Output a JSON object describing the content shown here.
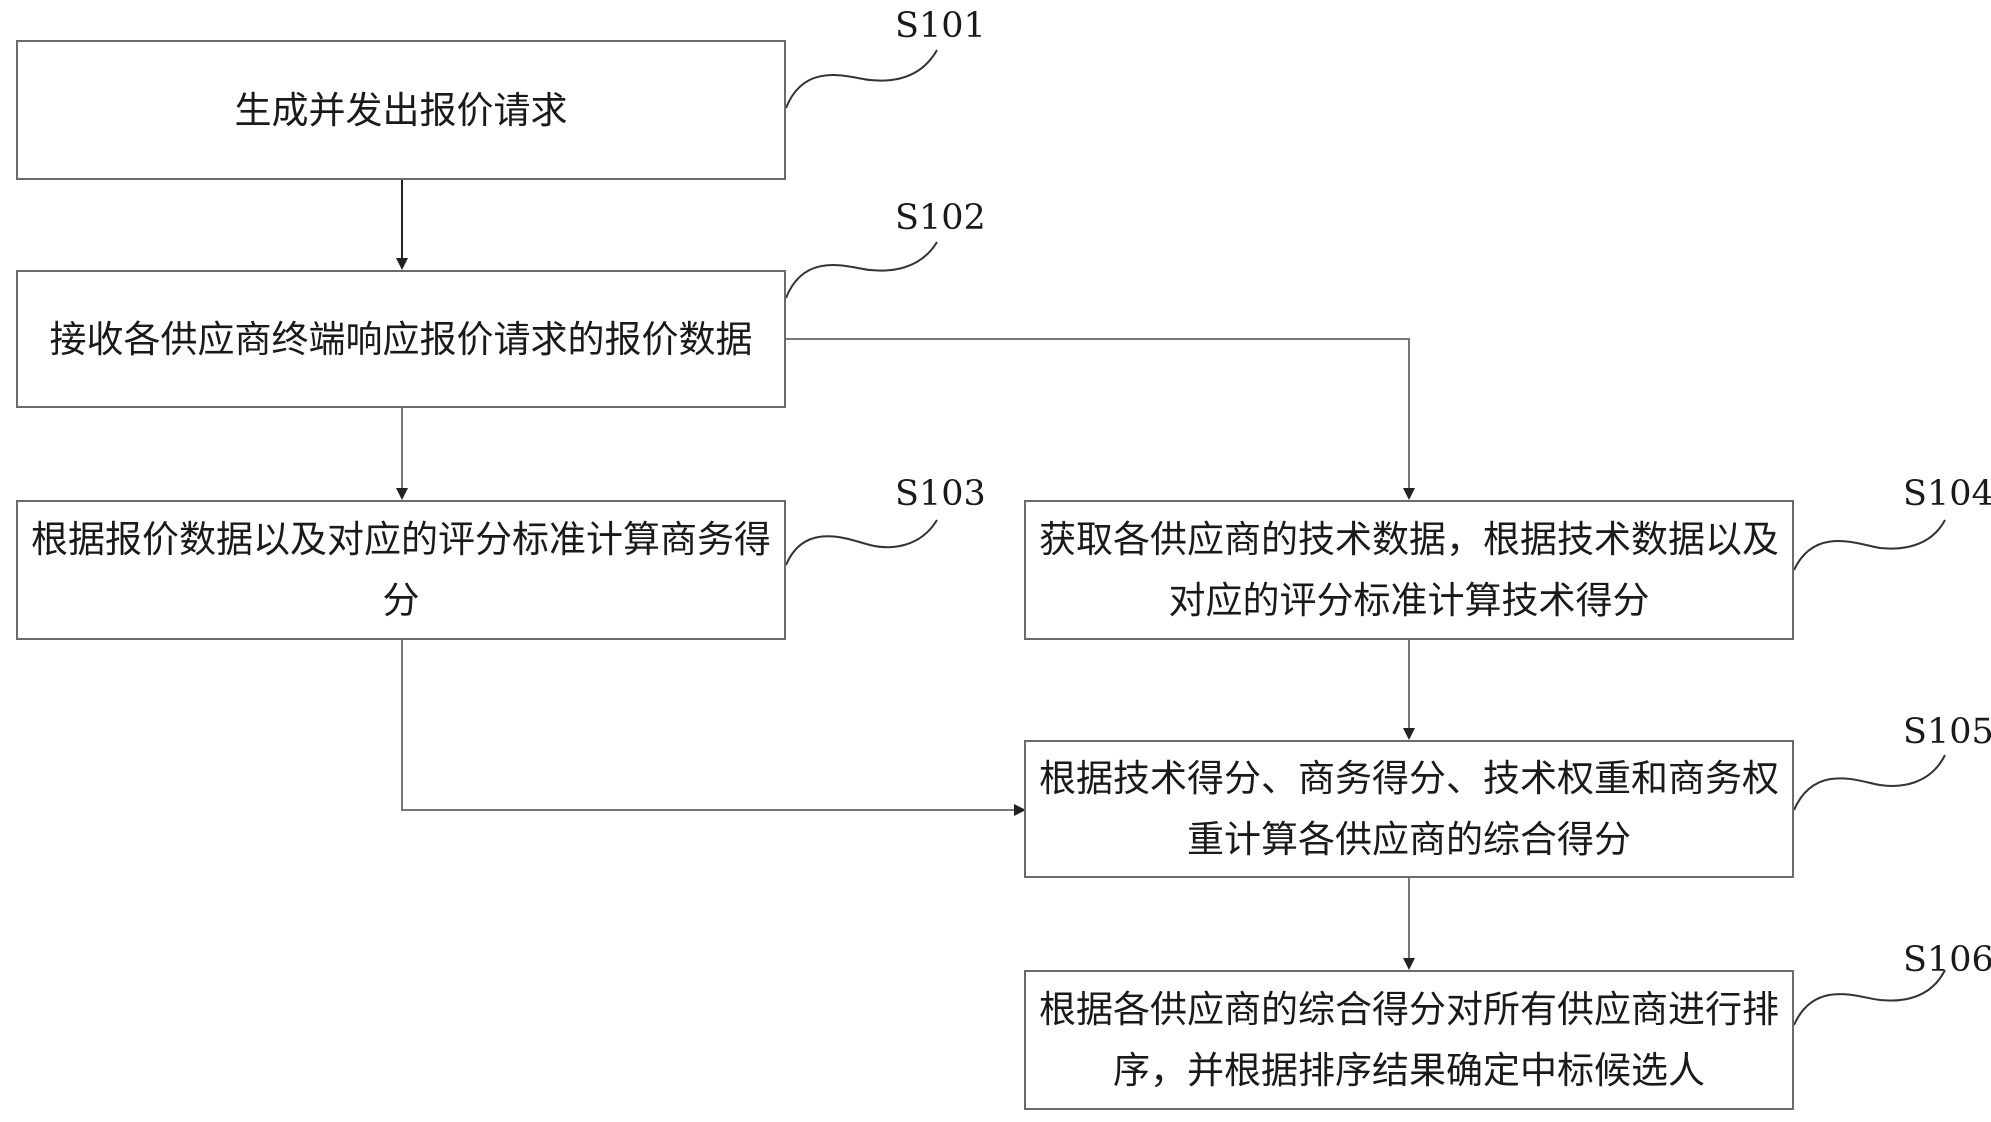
{
  "steps": [
    {
      "id": "S101",
      "text": "生成并发出报价请求"
    },
    {
      "id": "S102",
      "text": "接收各供应商终端响应报价请求的报价数据"
    },
    {
      "id": "S103",
      "text": "根据报价数据以及对应的评分标准计算商务得分"
    },
    {
      "id": "S104",
      "text": "获取各供应商的技术数据，根据技术数据以及对应的评分标准计算技术得分"
    },
    {
      "id": "S105",
      "text": "根据技术得分、商务得分、技术权重和商务权重计算各供应商的综合得分"
    },
    {
      "id": "S106",
      "text": "根据各供应商的综合得分对所有供应商进行排序，并根据排序结果确定中标候选人"
    }
  ],
  "colors": {
    "border": "#6b6b6b",
    "connector": "#777777",
    "text": "#1a1a1a"
  }
}
